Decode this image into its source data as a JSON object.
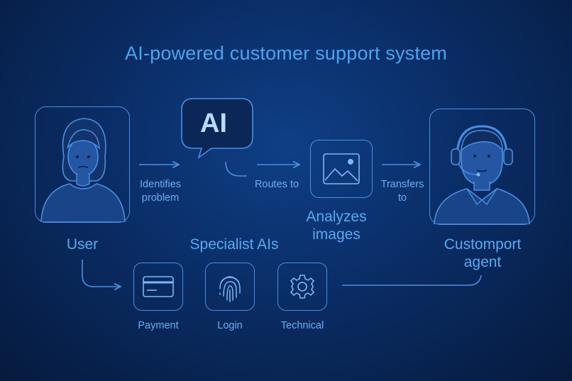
{
  "title": "AI-powered customer support system",
  "nodes": {
    "user": "User",
    "ai": "AI",
    "analyzes": [
      "Analyzes",
      "images"
    ],
    "agent": [
      "Customport",
      "agent"
    ],
    "specialist_heading": "Specialist AIs"
  },
  "edges": {
    "identifies": [
      "Identifies",
      "problem"
    ],
    "routes": "Routes to",
    "transfers": [
      "Transfers",
      "to"
    ]
  },
  "specialists": [
    "Payment",
    "Login",
    "Technical"
  ],
  "colors": {
    "accent": "#4da3f0",
    "line": "#4a8fe0",
    "figure": "#1f4f9a"
  }
}
